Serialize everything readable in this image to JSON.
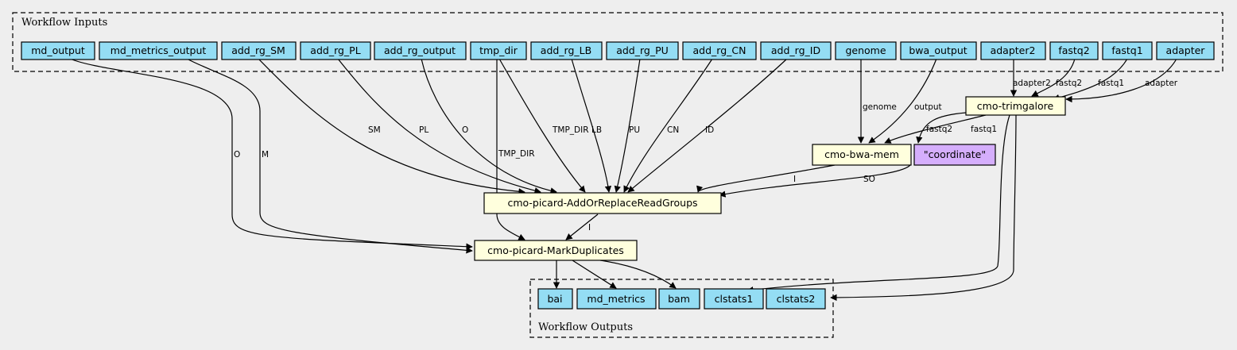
{
  "clusters": {
    "inputs_title": "Workflow Inputs",
    "outputs_title": "Workflow Outputs"
  },
  "inputs": {
    "md_output": "md_output",
    "md_metrics_output": "md_metrics_output",
    "add_rg_SM": "add_rg_SM",
    "add_rg_PL": "add_rg_PL",
    "add_rg_output": "add_rg_output",
    "tmp_dir": "tmp_dir",
    "add_rg_LB": "add_rg_LB",
    "add_rg_PU": "add_rg_PU",
    "add_rg_CN": "add_rg_CN",
    "add_rg_ID": "add_rg_ID",
    "genome": "genome",
    "bwa_output": "bwa_output",
    "adapter2": "adapter2",
    "fastq2": "fastq2",
    "fastq1": "fastq1",
    "adapter": "adapter"
  },
  "steps": {
    "trimgalore": "cmo-trimgalore",
    "bwa_mem": "cmo-bwa-mem",
    "coordinate": "\"coordinate\"",
    "add_rg": "cmo-picard-AddOrReplaceReadGroups",
    "markdup": "cmo-picard-MarkDuplicates"
  },
  "outputs": {
    "bai": "bai",
    "md_metrics": "md_metrics",
    "bam": "bam",
    "clstats1": "clstats1",
    "clstats2": "clstats2"
  },
  "edge_labels": {
    "md_output_O": "O",
    "md_metrics_M": "M",
    "sm": "SM",
    "pl": "PL",
    "o": "O",
    "tmp_dir_add_rg": "TMP_DIR",
    "lb": "LB",
    "tmp_dir_markdup": "TMP_DIR",
    "pu": "PU",
    "cn": "CN",
    "id": "ID",
    "genome": "genome",
    "output": "output",
    "adapter2": "adapter2",
    "fastq2_trim": "fastq2",
    "fastq1_trim": "fastq1",
    "adapter": "adapter",
    "fastq2_bwa": "fastq2",
    "fastq1_bwa": "fastq1",
    "bwa_I": "I",
    "so": "SO",
    "addrg_I": "I"
  }
}
